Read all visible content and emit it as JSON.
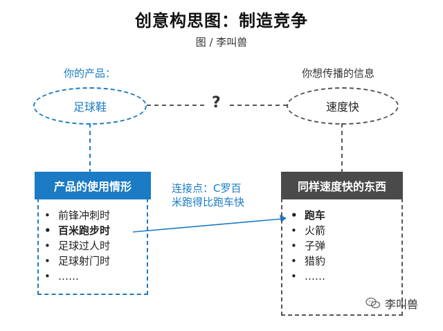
{
  "title": "创意构思图：制造竞争",
  "author": "图 / 李叫兽",
  "left_label": "你的产品：",
  "right_label": "你想传播的信息",
  "left_ellipse": "足球鞋",
  "right_ellipse": "速度快",
  "question": "?",
  "left_box": {
    "header": "产品的使用情形",
    "items": [
      "前锋冲刺时",
      "百米跑步时",
      "足球过人时",
      "足球射门时",
      "……"
    ]
  },
  "right_box": {
    "header": "同样速度快的东西",
    "items": [
      "跑车",
      "火箭",
      "子弹",
      "猎豹",
      "……"
    ]
  },
  "connector": {
    "line1": "连接点：C罗百",
    "line2": "米跑得比跑车快"
  },
  "watermark": "李叫兽",
  "colors": {
    "accent": "#1b7bc4",
    "dark": "#4a4a4a",
    "gray_dash": "#555555"
  }
}
